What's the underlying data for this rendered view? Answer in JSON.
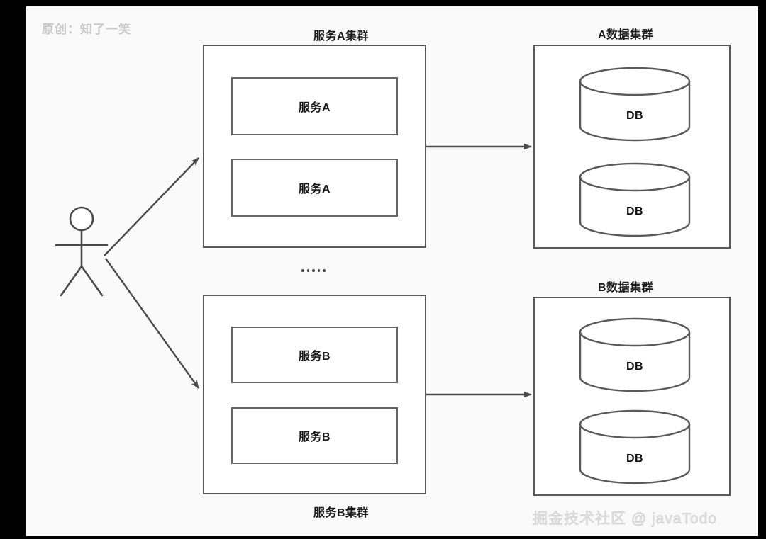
{
  "canvas": {
    "background_color": "#fafafa",
    "frame_color": "#000000",
    "stroke_color": "#595959"
  },
  "watermarks": {
    "top_left": "原创：知了一笑",
    "bottom_right": "掘金技术社区 @ javaTodo"
  },
  "actor": {
    "name": "user-actor",
    "label": ""
  },
  "ellipsis": {
    "dots": 5,
    "text": "·····"
  },
  "service_clusters": [
    {
      "title": "服务A集群",
      "title_position": "top",
      "nodes": [
        {
          "label": "服务A"
        },
        {
          "label": "服务A"
        }
      ]
    },
    {
      "title": "服务B集群",
      "title_position": "bottom",
      "nodes": [
        {
          "label": "服务B"
        },
        {
          "label": "服务B"
        }
      ]
    }
  ],
  "data_clusters": [
    {
      "title": "A数据集群",
      "title_position": "top",
      "nodes": [
        {
          "label": "DB"
        },
        {
          "label": "DB"
        }
      ]
    },
    {
      "title": "B数据集群",
      "title_position": "top",
      "nodes": [
        {
          "label": "DB"
        },
        {
          "label": "DB"
        }
      ]
    }
  ],
  "arrows": [
    {
      "name": "actor-to-service-a",
      "from": "user-actor",
      "to": "服务A集群",
      "style": "solid-open"
    },
    {
      "name": "actor-to-service-b",
      "from": "user-actor",
      "to": "服务B集群",
      "style": "solid-open"
    },
    {
      "name": "service-a-to-data-a",
      "from": "服务A集群",
      "to": "A数据集群",
      "style": "solid-filled"
    },
    {
      "name": "service-b-to-data-b",
      "from": "服务B集群",
      "to": "B数据集群",
      "style": "solid-filled"
    }
  ]
}
